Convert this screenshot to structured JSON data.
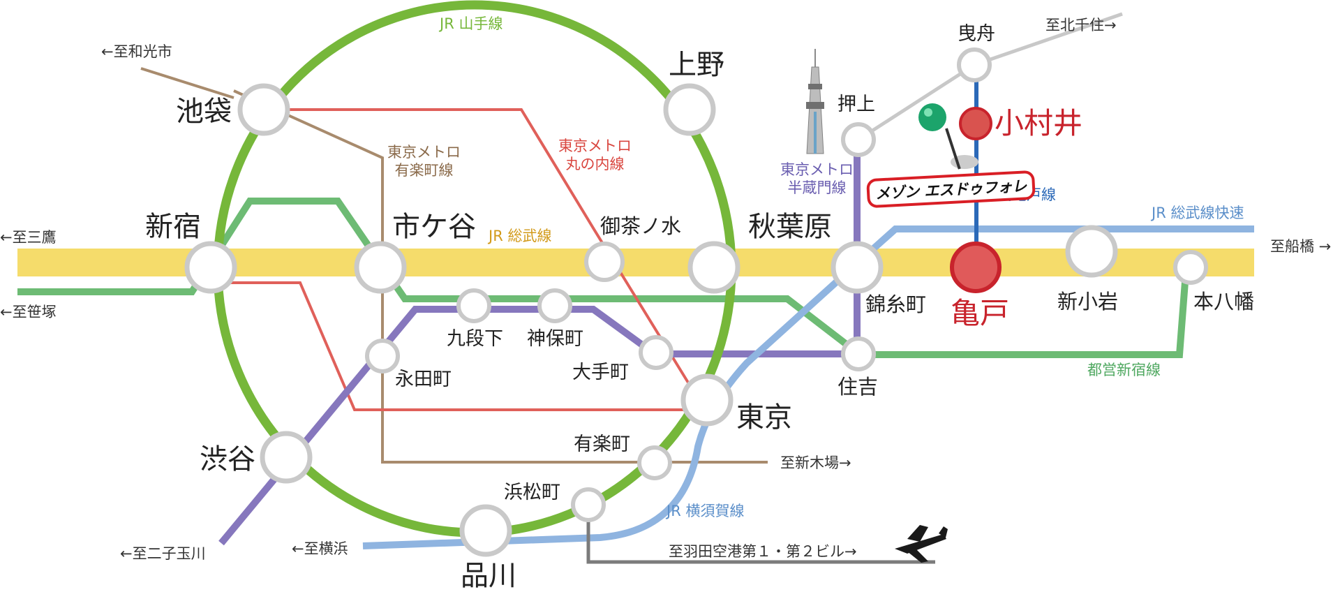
{
  "colors": {
    "yamanote": "#76b73a",
    "sobu": "#f5dc6b",
    "sobu_rapid": "#8fb4e0",
    "yokosuka": "#8fb4e0",
    "marunouchi": "#e0605a",
    "yurakucho": "#a88b6d",
    "hanzomon": "#8677bd",
    "toei_shinjuku": "#6dbb74",
    "tobu_kameido": "#2b69b8",
    "tobu_skytree": "#c8c8c8",
    "haneda_access": "#7b7b7b",
    "highlight": "#c8232c"
  },
  "lines": {
    "yamanote": "JR 山手線",
    "sobu": "JR 総武線",
    "sobu_rapid": "JR 総武線快速",
    "yokosuka": "JR 横須賀線",
    "marunouchi": "東京メトロ\n丸の内線",
    "yurakucho": "東京メトロ\n有楽町線",
    "hanzomon": "東京メトロ\n半蔵門線",
    "tobu_kameido": "東武亀戸線",
    "toei_shinjuku": "都営新宿線"
  },
  "stations": {
    "ueno": "上野",
    "ikebukuro": "池袋",
    "shinjuku": "新宿",
    "ichigaya": "市ケ谷",
    "ochanomizu": "御茶ノ水",
    "akihabara": "秋葉原",
    "kinshicho": "錦糸町",
    "kameido": "亀戸",
    "shin_koiwa": "新小岩",
    "motoyawata": "本八幡",
    "oshiage": "押上",
    "hikifune": "曳舟",
    "omurai": "小村井",
    "kudanshita": "九段下",
    "jimbocho": "神保町",
    "otemachi": "大手町",
    "nagatacho": "永田町",
    "tokyo": "東京",
    "sumiyoshi": "住吉",
    "shibuya": "渋谷",
    "yurakucho": "有楽町",
    "hamamatsucho": "浜松町",
    "shinagawa": "品川"
  },
  "directions": {
    "wakoshi": "←至和光市",
    "kitasenju": "至北千住→",
    "mitaka": "←至三鷹",
    "sasazuka": "←至笹塚",
    "funabashi": "至船橋 →",
    "shinkiba": "至新木場→",
    "futakotamagawa": "←至二子玉川",
    "yokohama": "←至横浜",
    "haneda": "至羽田空港第１・第２ビル→"
  },
  "property": {
    "name": "メゾン エスドゥフォレ",
    "pin_icon": "green-map-pin-icon",
    "landmark_icon": "tokyo-skytree-icon",
    "airport_icon": "airplane-icon"
  }
}
